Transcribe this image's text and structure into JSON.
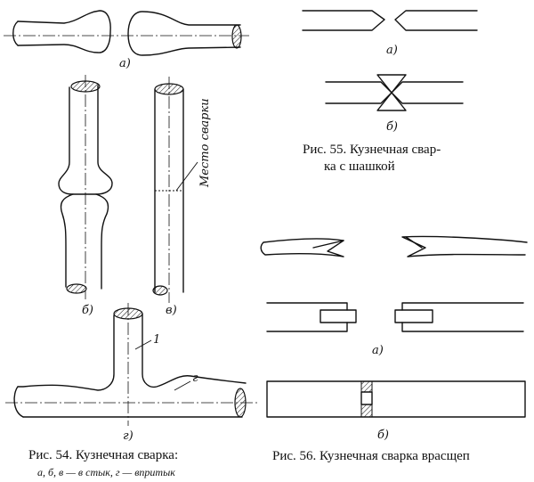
{
  "fig54": {
    "sub_a": "а)",
    "sub_b": "б)",
    "sub_v": "в)",
    "sub_g": "г)",
    "weld_place": "Место сварки",
    "callout_1": "1",
    "callout_g": "г",
    "caption_line1": "Рис. 54. Кузнечная сварка:",
    "caption_line2": "а, б, в — в стык, г — впритык"
  },
  "fig55": {
    "sub_a": "а)",
    "sub_b": "б)",
    "caption_line1": "Рис. 55. Кузнечная свар-",
    "caption_line2": "ка с шашкой"
  },
  "fig56": {
    "sub_a": "а)",
    "sub_b": "б)",
    "caption": "Рис. 56. Кузнечная сварка врасщеп"
  }
}
